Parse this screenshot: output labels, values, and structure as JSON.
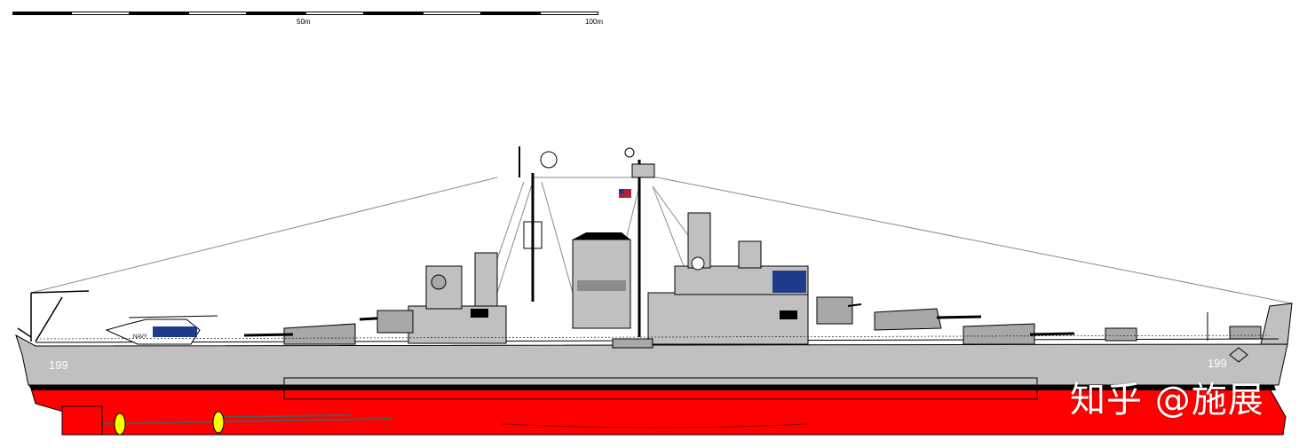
{
  "scale": {
    "label_mid": "50m",
    "label_end": "100m"
  },
  "hull_number_bow": "199",
  "hull_number_stern": "199",
  "helicopter_marking": "NAVY",
  "watermark": "知乎 @施展",
  "colors": {
    "hull_grey": "#c0c0c0",
    "antifouling_red": "#ff0000",
    "boot_topping": "#000000",
    "deck_grey": "#a8a8a8"
  }
}
